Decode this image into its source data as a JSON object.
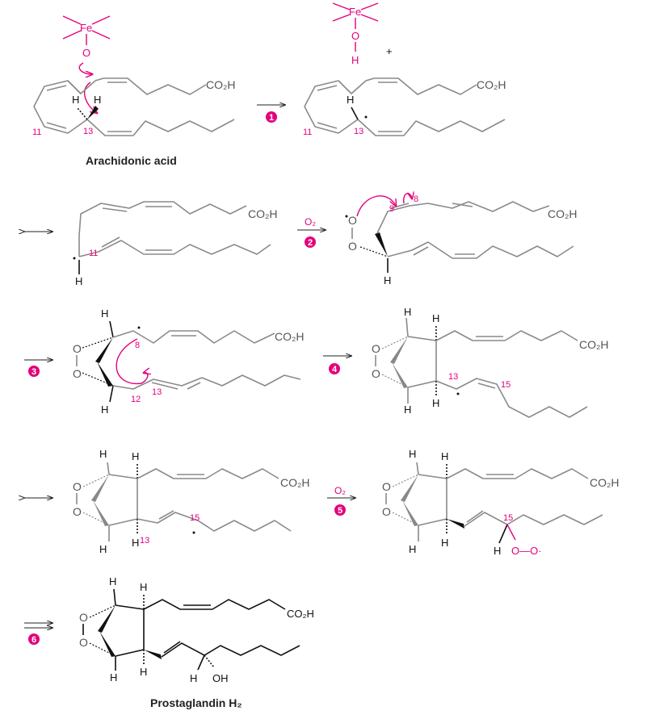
{
  "colors": {
    "accent": "#e4007c",
    "bond": "#8a8a8a"
  },
  "groups": {
    "co2h": "CO₂H",
    "h": "H",
    "oh": "OH",
    "o": "O",
    "fe": "Fe",
    "o2": "O₂",
    "plus": "+",
    "oo_radical": "O—O·"
  },
  "steps": [
    "1",
    "2",
    "3",
    "4",
    "5",
    "6"
  ],
  "carbon_numbers": {
    "c8": "8",
    "c9": "9",
    "c11": "11",
    "c12": "12",
    "c13": "13",
    "c15": "15"
  },
  "names": {
    "arachidonic": "Arachidonic acid",
    "pgh2": "Prostaglandin H₂"
  }
}
